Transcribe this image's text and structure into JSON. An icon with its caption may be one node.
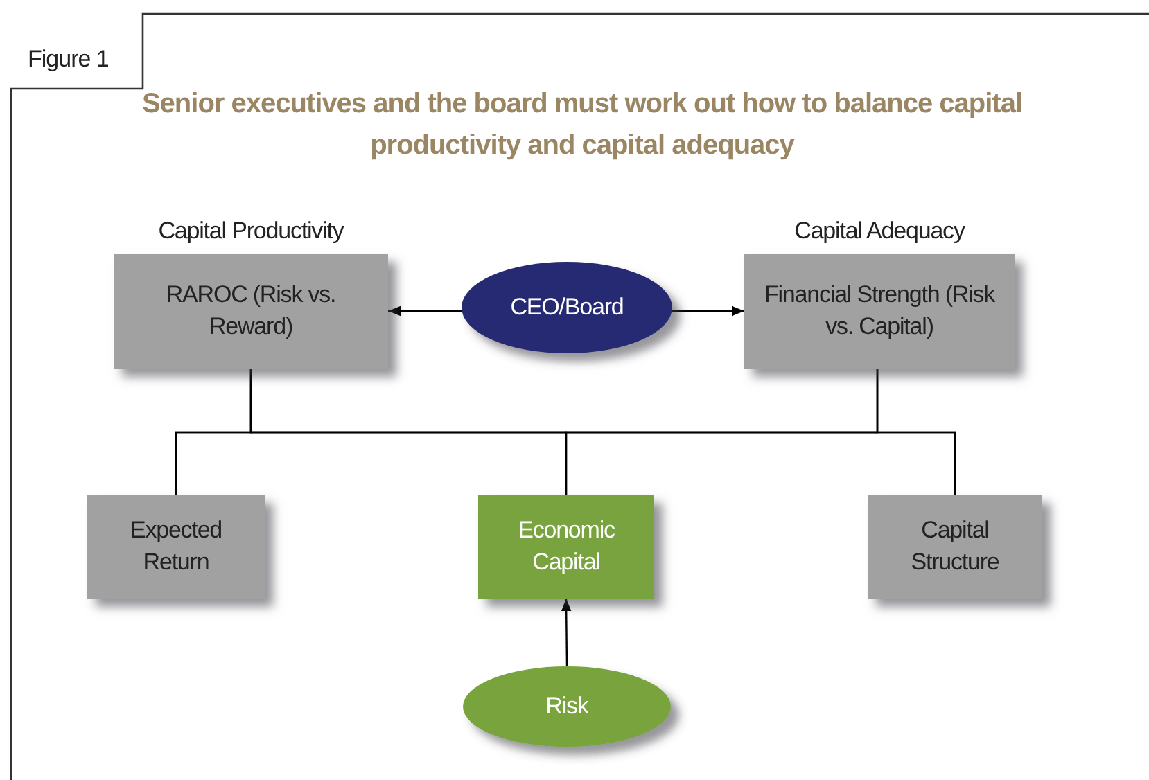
{
  "diagram": {
    "title": "Senior executives and the board must work out how to balance capital productivity and capital adequacy",
    "nodes": [
      {
        "text": [
          "Capital Productivity",
          "RAROC (Risk vs. Reward)"
        ]
      },
      {
        "text": [
          "CEO/Board"
        ]
      },
      {
        "text": [
          "Capital Adequacy",
          "Financial Strength (Risk vs. Capital)"
        ]
      },
      {
        "text": [
          "Expected Return"
        ]
      },
      {
        "text": [
          "Economic Capital"
        ]
      },
      {
        "text": [
          "Capital Structure"
        ]
      },
      {
        "text": [
          "Risk"
        ]
      }
    ],
    "edges": [
      {
        "from": 1,
        "to": 0,
        "arrow": "to"
      },
      {
        "from": 1,
        "to": 2,
        "arrow": "to"
      },
      {
        "from": 0,
        "to": 3,
        "arrow": "none"
      },
      {
        "from": 0,
        "to": 4,
        "arrow": "none"
      },
      {
        "from": 0,
        "to": 5,
        "arrow": "none"
      },
      {
        "from": 2,
        "to": 3,
        "arrow": "none"
      },
      {
        "from": 2,
        "to": 4,
        "arrow": "none"
      },
      {
        "from": 2,
        "to": 5,
        "arrow": "none"
      },
      {
        "from": 6,
        "to": 4,
        "arrow": "to"
      }
    ],
    "labels": [
      "Figure 1"
    ]
  }
}
